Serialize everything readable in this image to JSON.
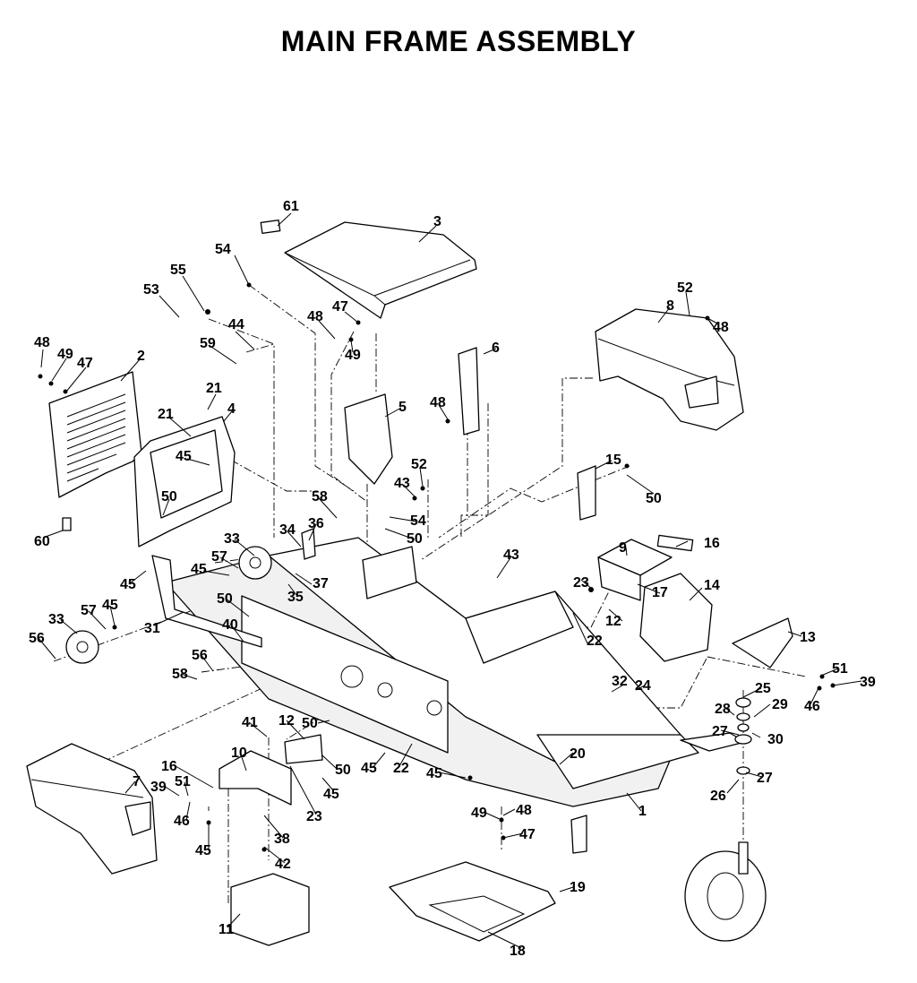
{
  "title": "MAIN FRAME ASSEMBLY",
  "callouts": [
    {
      "id": "c61",
      "text": "61"
    },
    {
      "id": "c3",
      "text": "3"
    },
    {
      "id": "c54a",
      "text": "54"
    },
    {
      "id": "c55",
      "text": "55"
    },
    {
      "id": "c53",
      "text": "53"
    },
    {
      "id": "c47a",
      "text": "47"
    },
    {
      "id": "c48a",
      "text": "48"
    },
    {
      "id": "c49a",
      "text": "49"
    },
    {
      "id": "c44",
      "text": "44"
    },
    {
      "id": "c59",
      "text": "59"
    },
    {
      "id": "c48b",
      "text": "48"
    },
    {
      "id": "c49b",
      "text": "49"
    },
    {
      "id": "c47b",
      "text": "47"
    },
    {
      "id": "c2",
      "text": "2"
    },
    {
      "id": "c21a",
      "text": "21"
    },
    {
      "id": "c21b",
      "text": "21"
    },
    {
      "id": "c4",
      "text": "4"
    },
    {
      "id": "c45a",
      "text": "45"
    },
    {
      "id": "c5",
      "text": "5"
    },
    {
      "id": "c6",
      "text": "6"
    },
    {
      "id": "c48c",
      "text": "48"
    },
    {
      "id": "c52a",
      "text": "52"
    },
    {
      "id": "c8",
      "text": "8"
    },
    {
      "id": "c48d",
      "text": "48"
    },
    {
      "id": "c52b",
      "text": "52"
    },
    {
      "id": "c43a",
      "text": "43"
    },
    {
      "id": "c15",
      "text": "15"
    },
    {
      "id": "c50a",
      "text": "50"
    },
    {
      "id": "c50b",
      "text": "50"
    },
    {
      "id": "c58a",
      "text": "58"
    },
    {
      "id": "c54b",
      "text": "54"
    },
    {
      "id": "c50c",
      "text": "50"
    },
    {
      "id": "c36",
      "text": "36"
    },
    {
      "id": "c60",
      "text": "60"
    },
    {
      "id": "c33a",
      "text": "33"
    },
    {
      "id": "c34",
      "text": "34"
    },
    {
      "id": "c57a",
      "text": "57"
    },
    {
      "id": "c45b",
      "text": "45"
    },
    {
      "id": "c45c",
      "text": "45"
    },
    {
      "id": "c43b",
      "text": "43"
    },
    {
      "id": "c9",
      "text": "9"
    },
    {
      "id": "c16a",
      "text": "16"
    },
    {
      "id": "c23a",
      "text": "23"
    },
    {
      "id": "c17",
      "text": "17"
    },
    {
      "id": "c14",
      "text": "14"
    },
    {
      "id": "c37",
      "text": "37"
    },
    {
      "id": "c35",
      "text": "35"
    },
    {
      "id": "c50d",
      "text": "50"
    },
    {
      "id": "c33b",
      "text": "33"
    },
    {
      "id": "c57b",
      "text": "57"
    },
    {
      "id": "c45d",
      "text": "45"
    },
    {
      "id": "c31",
      "text": "31"
    },
    {
      "id": "c40",
      "text": "40"
    },
    {
      "id": "c56a",
      "text": "56"
    },
    {
      "id": "c12a",
      "text": "12"
    },
    {
      "id": "c22a",
      "text": "22"
    },
    {
      "id": "c13",
      "text": "13"
    },
    {
      "id": "c56b",
      "text": "56"
    },
    {
      "id": "c58b",
      "text": "58"
    },
    {
      "id": "c32",
      "text": "32"
    },
    {
      "id": "c24",
      "text": "24"
    },
    {
      "id": "c25",
      "text": "25"
    },
    {
      "id": "c51a",
      "text": "51"
    },
    {
      "id": "c39a",
      "text": "39"
    },
    {
      "id": "c46a",
      "text": "46"
    },
    {
      "id": "c28",
      "text": "28"
    },
    {
      "id": "c29",
      "text": "29"
    },
    {
      "id": "c41",
      "text": "41"
    },
    {
      "id": "c12b",
      "text": "12"
    },
    {
      "id": "c50e",
      "text": "50"
    },
    {
      "id": "c27a",
      "text": "27"
    },
    {
      "id": "c30",
      "text": "30"
    },
    {
      "id": "c10",
      "text": "10"
    },
    {
      "id": "c20",
      "text": "20"
    },
    {
      "id": "c50f",
      "text": "50"
    },
    {
      "id": "c45e",
      "text": "45"
    },
    {
      "id": "c22b",
      "text": "22"
    },
    {
      "id": "c16b",
      "text": "16"
    },
    {
      "id": "c7",
      "text": "7"
    },
    {
      "id": "c45f",
      "text": "45"
    },
    {
      "id": "c27b",
      "text": "27"
    },
    {
      "id": "c26",
      "text": "26"
    },
    {
      "id": "c51b",
      "text": "51"
    },
    {
      "id": "c39b",
      "text": "39"
    },
    {
      "id": "c45g",
      "text": "45"
    },
    {
      "id": "c23b",
      "text": "23"
    },
    {
      "id": "c46b",
      "text": "46"
    },
    {
      "id": "c1",
      "text": "1"
    },
    {
      "id": "c38",
      "text": "38"
    },
    {
      "id": "c45h",
      "text": "45"
    },
    {
      "id": "c42",
      "text": "42"
    },
    {
      "id": "c49c",
      "text": "49"
    },
    {
      "id": "c48e",
      "text": "48"
    },
    {
      "id": "c47c",
      "text": "47"
    },
    {
      "id": "c19",
      "text": "19"
    },
    {
      "id": "c11",
      "text": "11"
    },
    {
      "id": "c18",
      "text": "18"
    }
  ]
}
